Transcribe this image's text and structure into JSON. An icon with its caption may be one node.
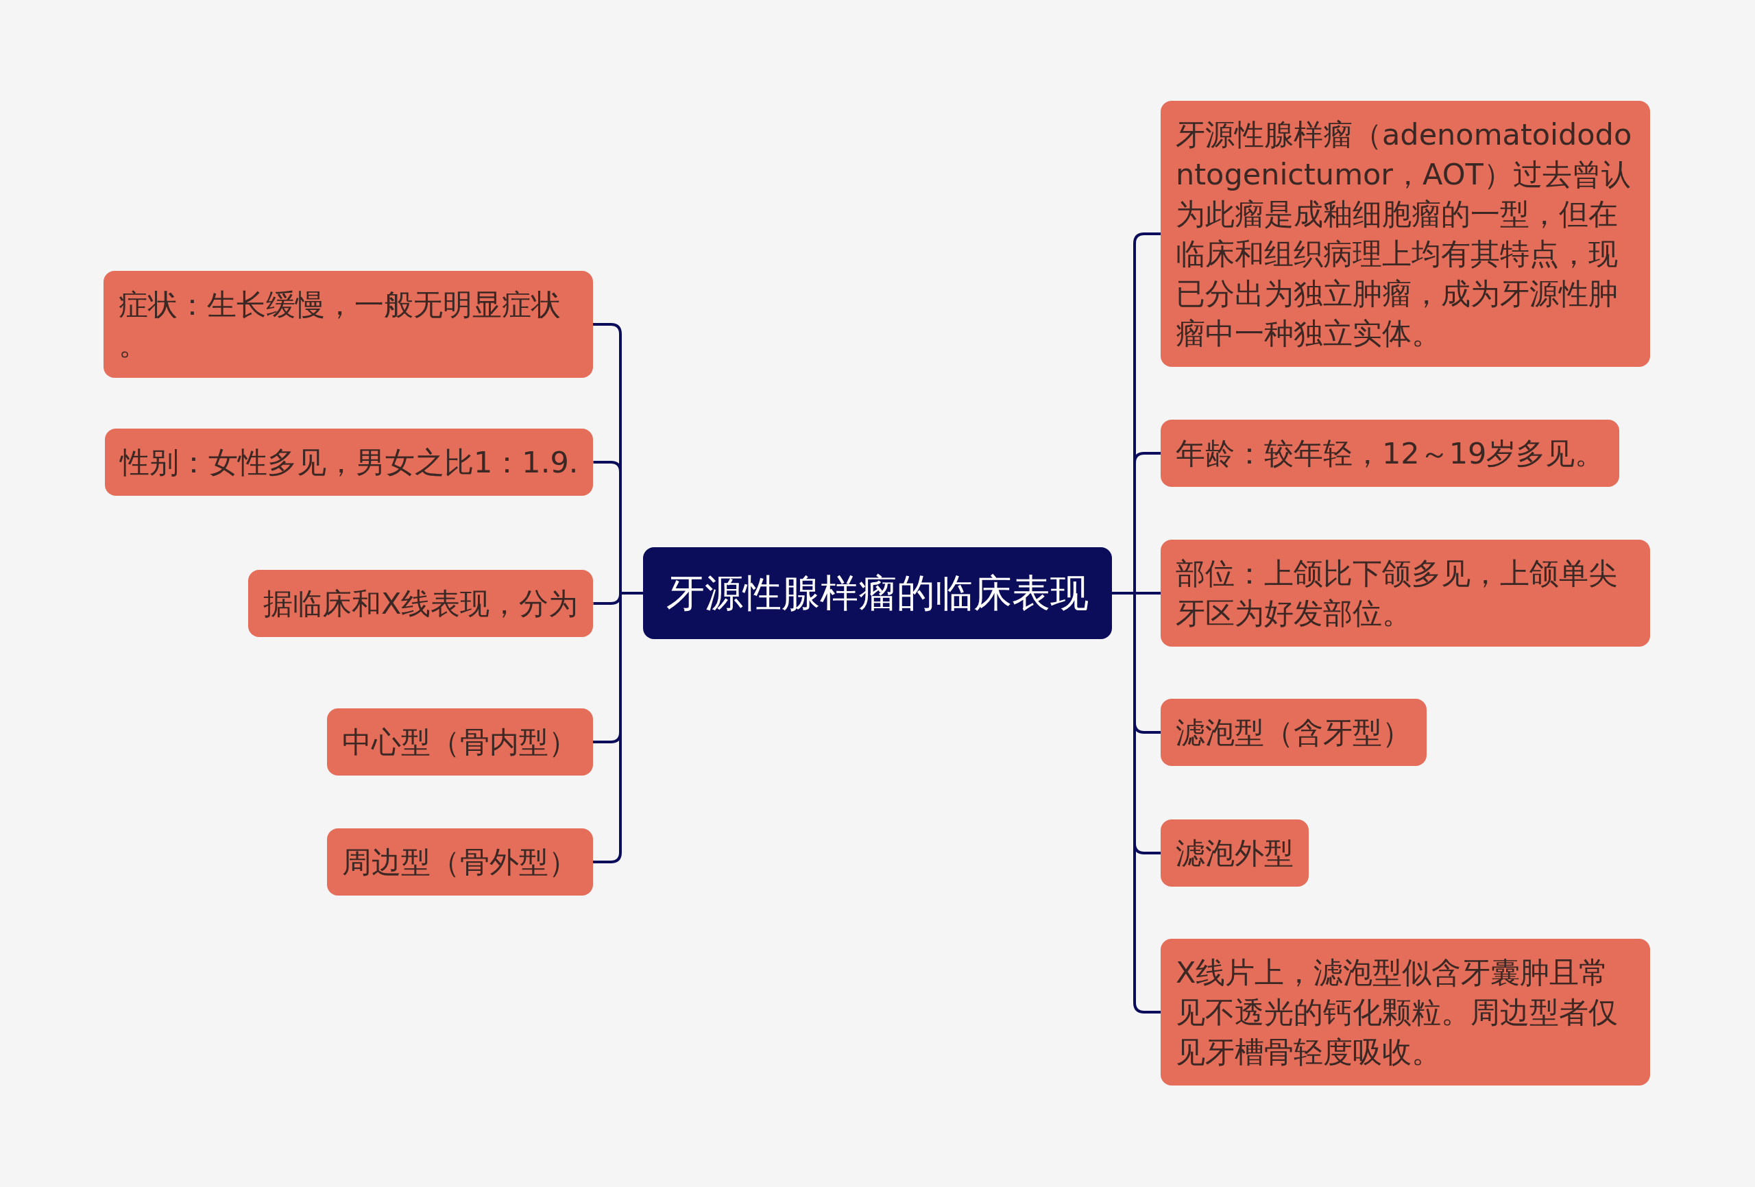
{
  "diagram": {
    "nodes": [
      {
        "text": [
          "牙源性腺样瘤的临床表现"
        ]
      },
      {
        "text": [
          "症状：生长缓慢，一般无明显症状。"
        ]
      },
      {
        "text": [
          "性别：女性多见，男女之比1：1.9."
        ]
      },
      {
        "text": [
          "据临床和X线表现，分为"
        ]
      },
      {
        "text": [
          "中心型（骨内型）"
        ]
      },
      {
        "text": [
          "周边型（骨外型）"
        ]
      },
      {
        "text": [
          "牙源性腺样瘤（adenomatoidodontogenictumor，AOT）过去曾认为此瘤是成釉细胞瘤的一型，但在临床和组织病理上均有其特点，现已分出为独立肿瘤，成为牙源性肿瘤中一种独立实体。"
        ]
      },
      {
        "text": [
          "年龄：较年轻，12～19岁多见。"
        ]
      },
      {
        "text": [
          "部位：上颌比下颌多见，上颌单尖牙区为好发部位。"
        ]
      },
      {
        "text": [
          "滤泡型（含牙型）"
        ]
      },
      {
        "text": [
          "滤泡外型"
        ]
      },
      {
        "text": [
          "X线片上，滤泡型似含牙囊肿且常见不透光的钙化颗粒。周边型者仅见牙槽骨轻度吸收。"
        ]
      }
    ],
    "edges": [
      {
        "from": 0,
        "to": 1,
        "arrow": "none"
      },
      {
        "from": 0,
        "to": 2,
        "arrow": "none"
      },
      {
        "from": 0,
        "to": 3,
        "arrow": "none"
      },
      {
        "from": 0,
        "to": 4,
        "arrow": "none"
      },
      {
        "from": 0,
        "to": 5,
        "arrow": "none"
      },
      {
        "from": 0,
        "to": 6,
        "arrow": "none"
      },
      {
        "from": 0,
        "to": 7,
        "arrow": "none"
      },
      {
        "from": 0,
        "to": 8,
        "arrow": "none"
      },
      {
        "from": 0,
        "to": 9,
        "arrow": "none"
      },
      {
        "from": 0,
        "to": 10,
        "arrow": "none"
      },
      {
        "from": 0,
        "to": 11,
        "arrow": "none"
      }
    ]
  }
}
